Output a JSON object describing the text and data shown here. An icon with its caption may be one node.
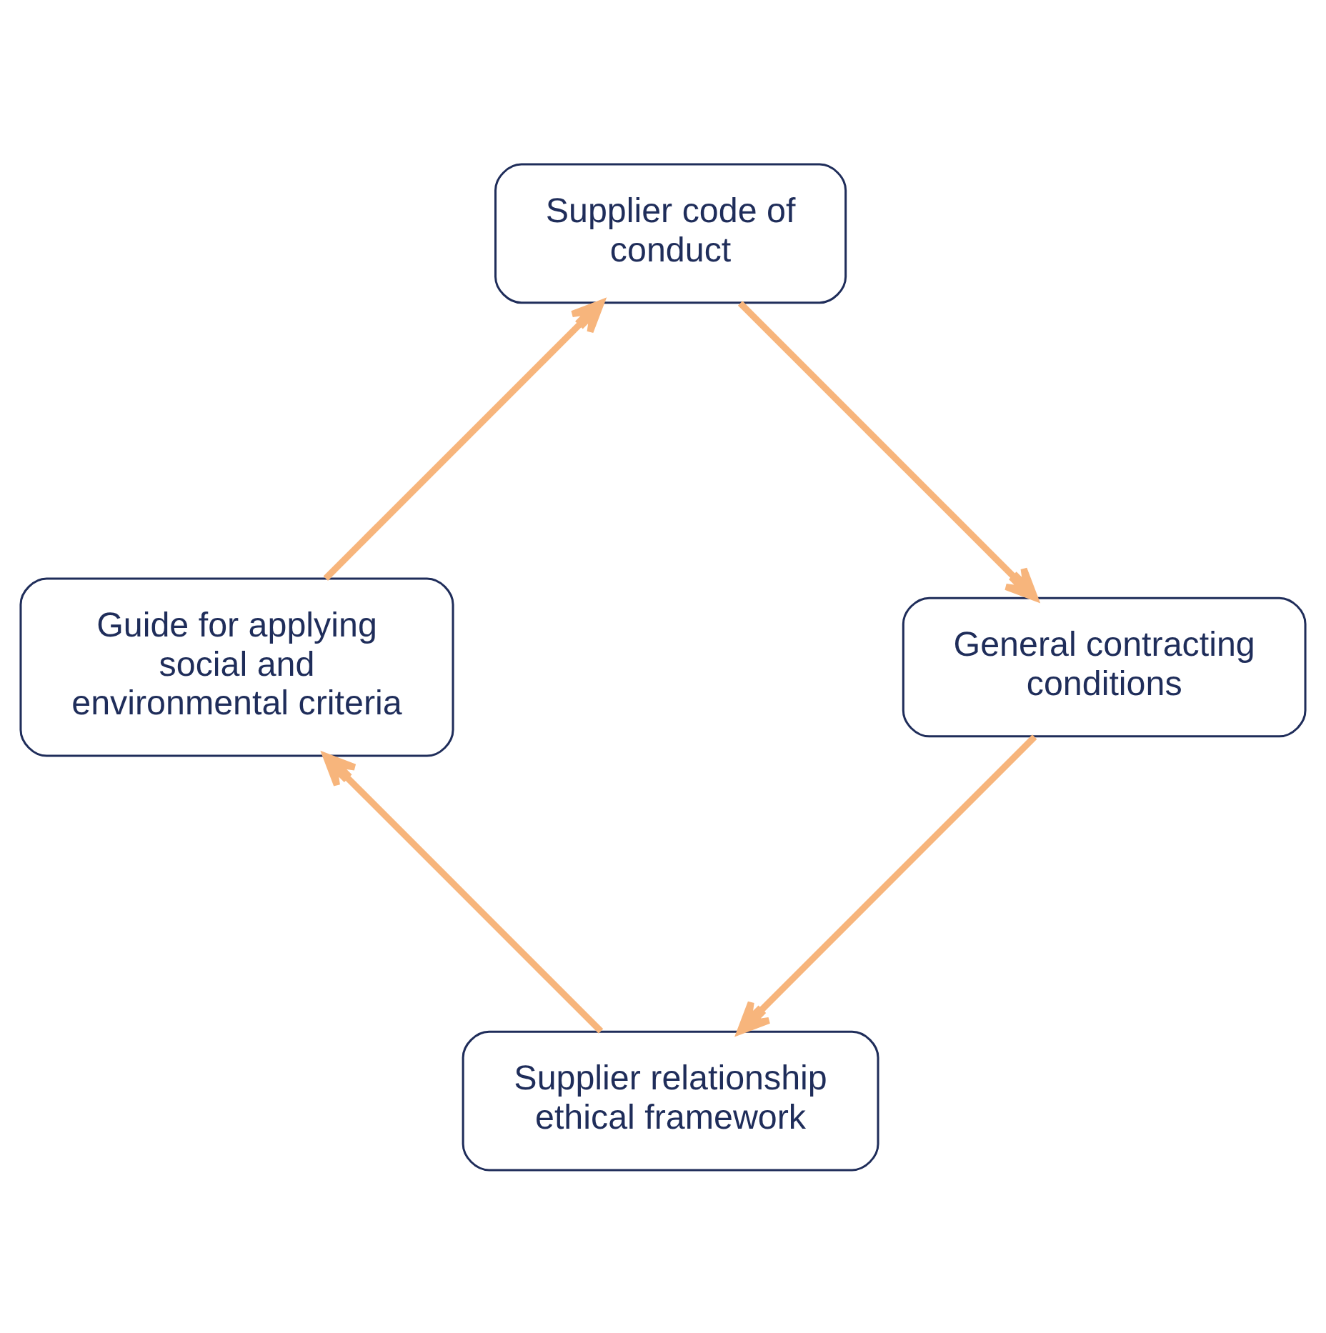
{
  "diagram": {
    "nodes": [
      {
        "text": [
          "Supplier relationship ethical framework"
        ]
      },
      {
        "text": [
          "Guide for applying social and environmental criteria"
        ]
      },
      {
        "text": [
          "General contracting conditions"
        ]
      },
      {
        "text": [
          "Supplier code of conduct"
        ]
      }
    ],
    "edges": [
      {
        "from": 0,
        "to": 1,
        "arrow": "to",
        "color": "#f7b57c"
      },
      {
        "from": 1,
        "to": 3,
        "arrow": "to",
        "color": "#f7b57c"
      },
      {
        "from": 3,
        "to": 2,
        "arrow": "to",
        "color": "#f7b57c"
      },
      {
        "from": 2,
        "to": 0,
        "arrow": "to",
        "color": "#f7b57c"
      }
    ]
  }
}
